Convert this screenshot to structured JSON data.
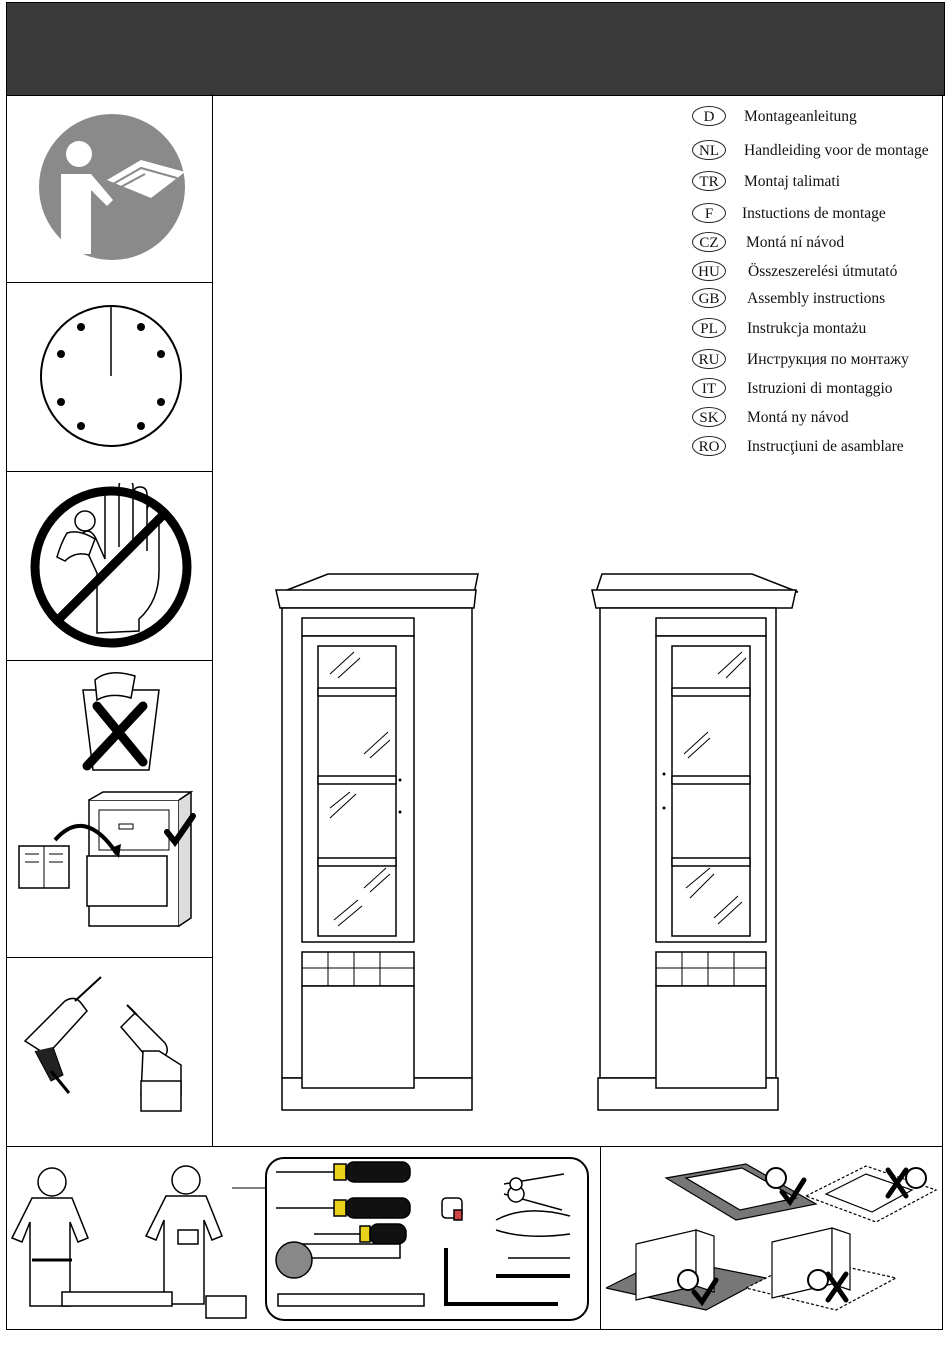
{
  "languages": [
    {
      "code": "D",
      "label": "Montageanleitung"
    },
    {
      "code": "NL",
      "label": "Handleiding voor de montage"
    },
    {
      "code": "TR",
      "label": "Montaj  talimati"
    },
    {
      "code": "F",
      "label": "Instuctions de montage"
    },
    {
      "code": "CZ",
      "label": "Montá  ní návod"
    },
    {
      "code": "HU",
      "label": "Összeszerelési útmutató"
    },
    {
      "code": "GB",
      "label": "Assembly instructions"
    },
    {
      "code": "PL",
      "label": "Instrukcja montażu"
    },
    {
      "code": "RU",
      "label": "Инструкция по монтажу"
    },
    {
      "code": "IT",
      "label": "Istruzioni di montaggio"
    },
    {
      "code": "SK",
      "label": "Montá  ny návod"
    },
    {
      "code": "RO",
      "label": "Instrucţiuni de asamblare"
    }
  ],
  "icons": {
    "read_manual": "read-manual-icon",
    "clock": "clock-icon",
    "no_children": "no-children-icon",
    "do_not_discard": "do-not-discard-icon",
    "keep_in_file": "keep-instructions-icon",
    "drills": "power-drill-icon",
    "two_persons": "two-person-assembly-icon",
    "tools": "tools-icon",
    "floor_protection": "floor-protection-icon"
  },
  "colors": {
    "header": "#3a3a3a",
    "icon_gray": "#8a8a8a",
    "screwdriver_yellow": "#e8d21a"
  }
}
